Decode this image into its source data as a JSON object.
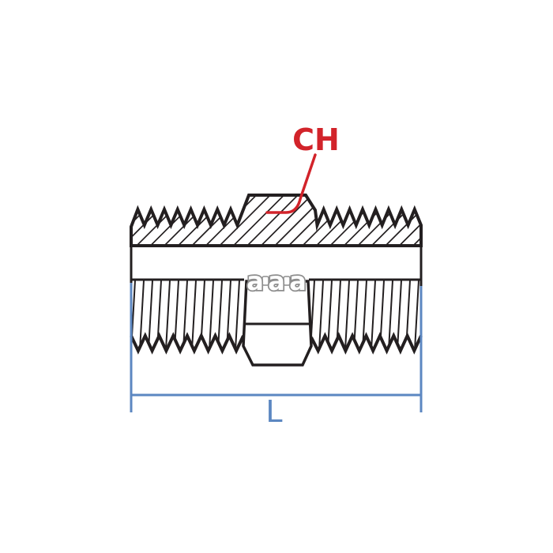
{
  "figure": {
    "callout_label": "CH",
    "dimension_label": "L",
    "hex_face_marks": [
      "a",
      "a",
      "a"
    ],
    "colors": {
      "line": "#231f20",
      "callout_red": "#d2232a",
      "dimension_blue": "#5c87c1",
      "mark_outline": "#8e8e8e",
      "background": "#ffffff"
    }
  }
}
